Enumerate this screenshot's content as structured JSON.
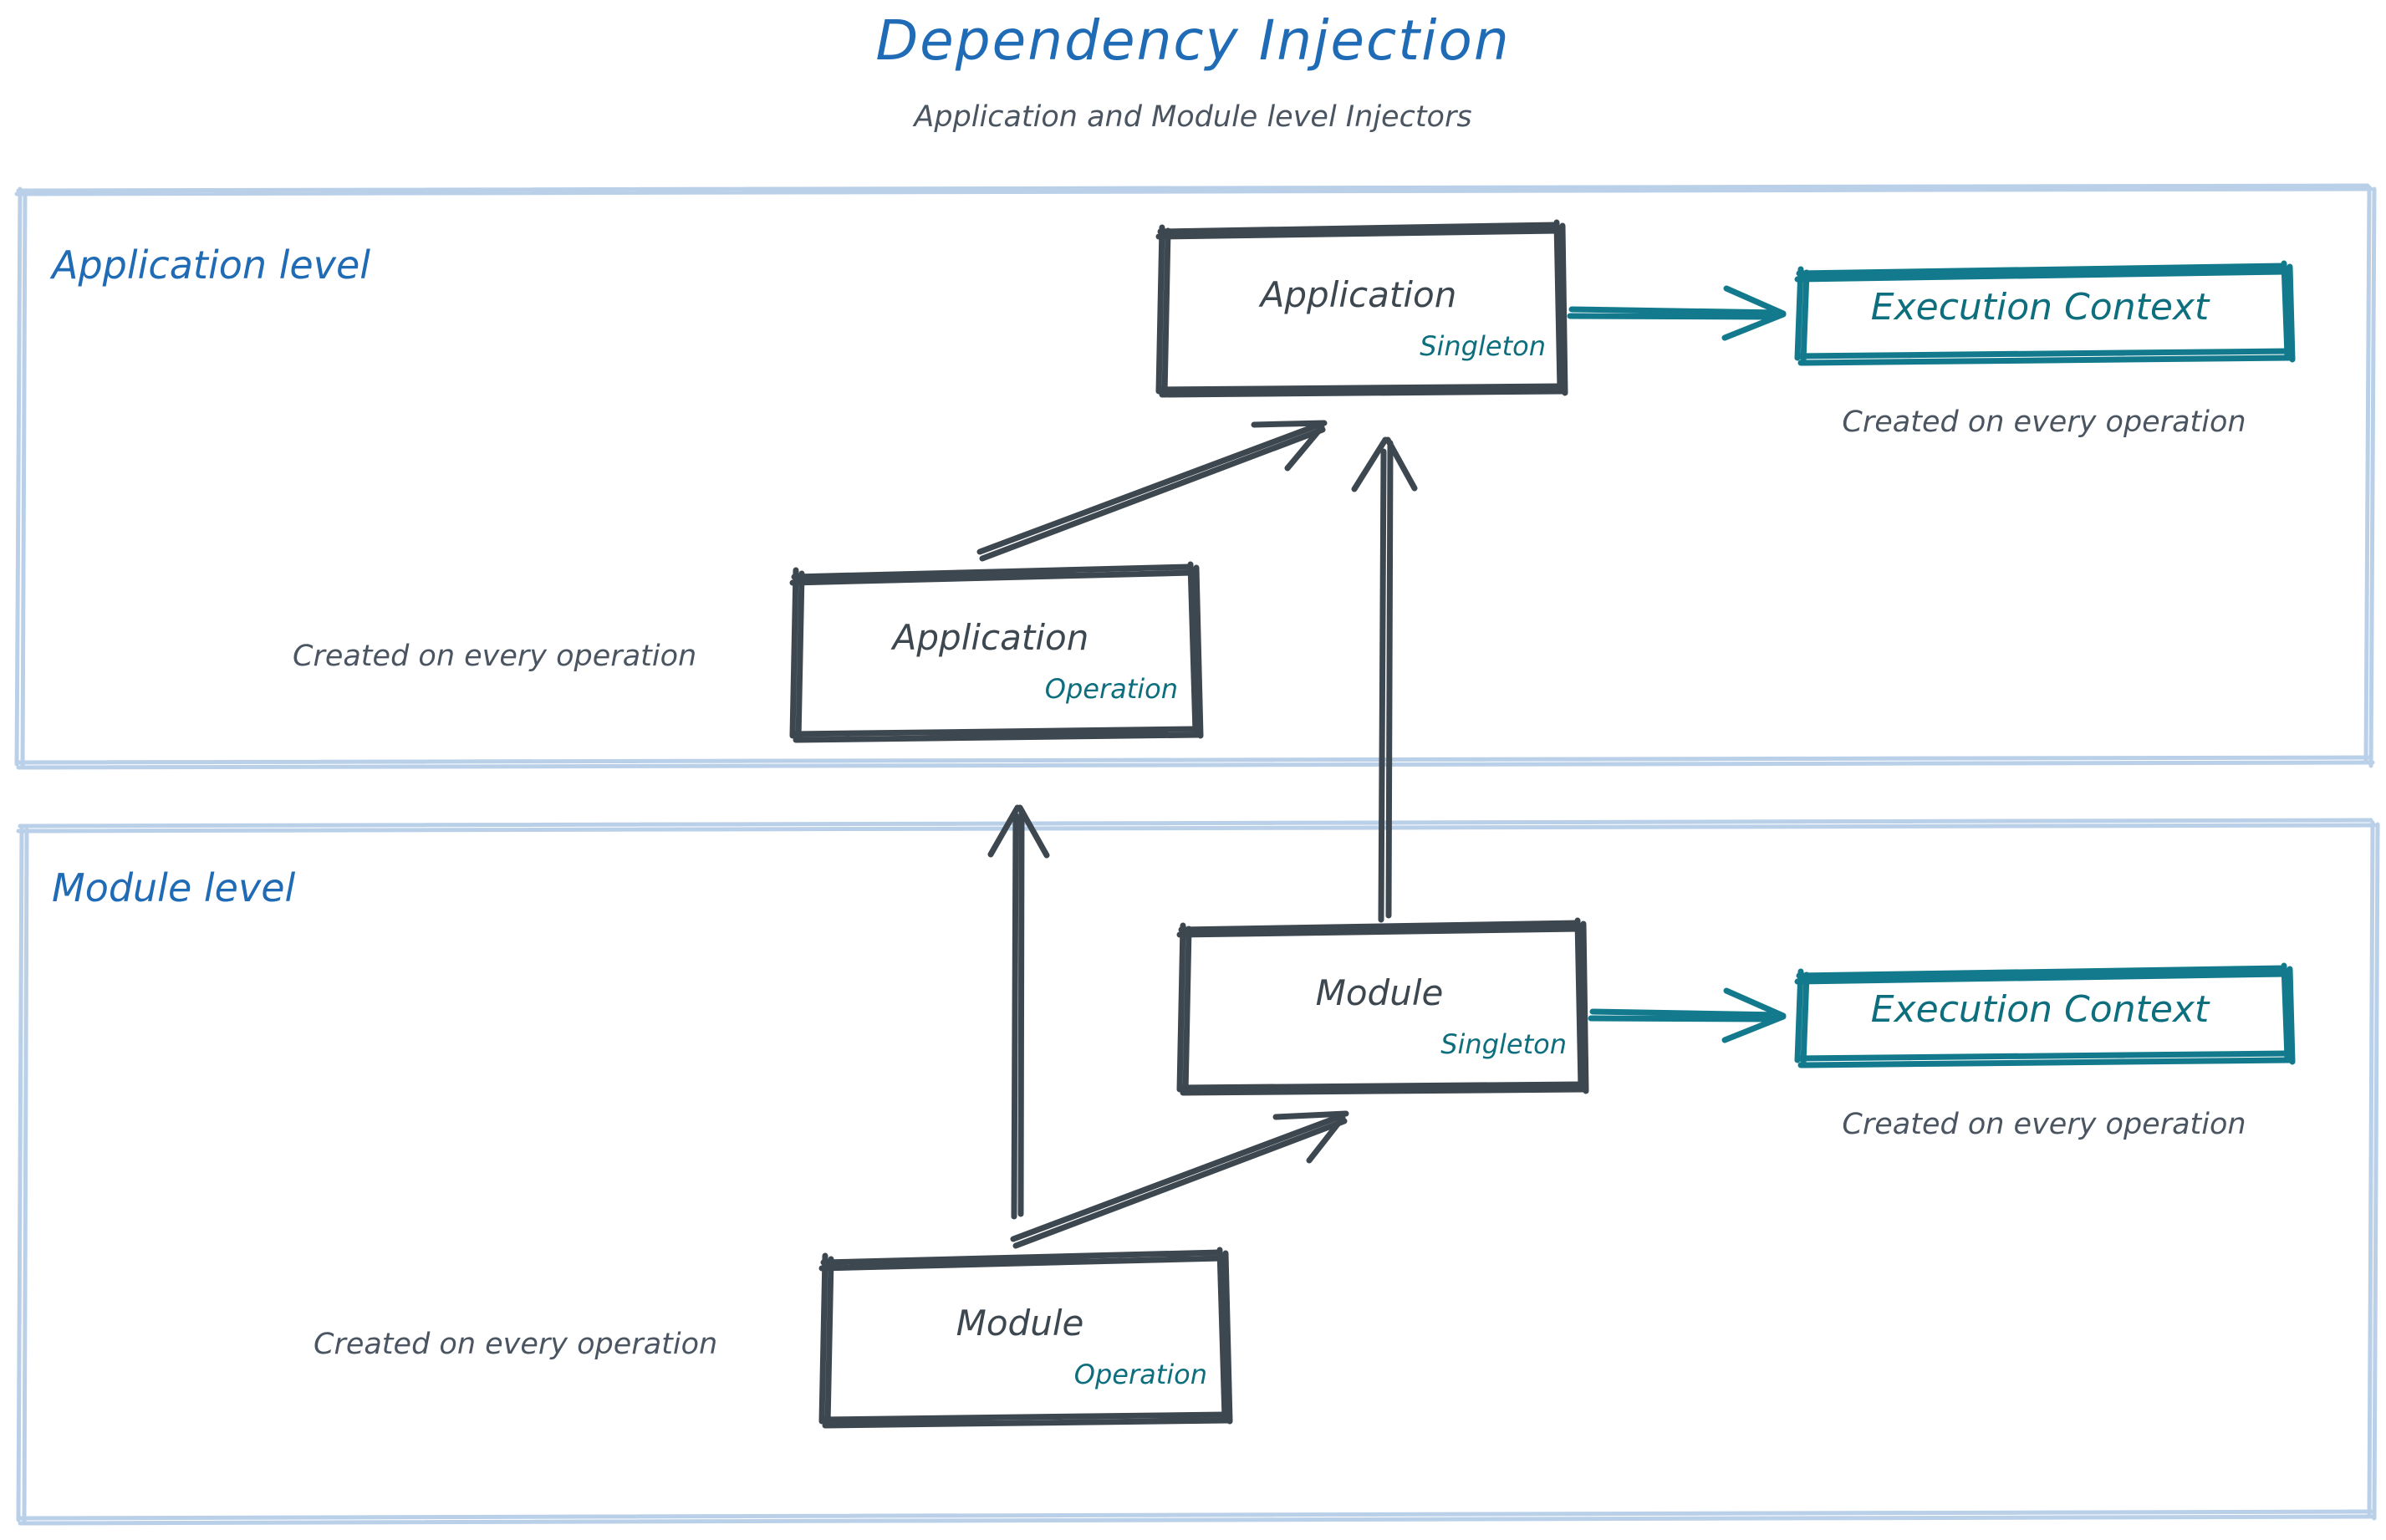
{
  "header": {
    "title": "Dependency Injection",
    "subtitle": "Application and Module level Injectors",
    "title_color": "#1f6bb5",
    "subtitle_color": "#4a5561"
  },
  "palette": {
    "title_blue": "#1f6bb5",
    "section_blue": "#1f6bb5",
    "container_border": "#b9d0e8",
    "node_stroke": "#3d4750",
    "scope_teal": "#0d6e7d",
    "exec_teal": "#127a8c",
    "caption_gray": "#4a5561",
    "background": "#ffffff"
  },
  "sections": [
    {
      "id": "application-level",
      "label": "Application level",
      "nodes": [
        {
          "id": "app-singleton",
          "title": "Application",
          "scope": "Singleton"
        },
        {
          "id": "app-operation",
          "title": "Application",
          "scope": "Operation",
          "caption": "Created on every operation"
        }
      ],
      "execution_context": {
        "label": "Execution Context",
        "caption": "Created on every operation"
      }
    },
    {
      "id": "module-level",
      "label": "Module level",
      "nodes": [
        {
          "id": "mod-singleton",
          "title": "Module",
          "scope": "Singleton"
        },
        {
          "id": "mod-operation",
          "title": "Module",
          "scope": "Operation",
          "caption": "Created on every operation"
        }
      ],
      "execution_context": {
        "label": "Execution Context",
        "caption": "Created on every operation"
      }
    }
  ],
  "connections": [
    {
      "id": "app-op-to-app-singleton",
      "from": "app-operation",
      "to": "app-singleton",
      "style": "dark-diagonal-arrow"
    },
    {
      "id": "mod-singleton-to-app-singleton",
      "from": "mod-singleton",
      "to": "app-singleton",
      "style": "dark-vertical-arrow"
    },
    {
      "id": "mod-op-to-app-op",
      "from": "mod-operation",
      "to": "app-operation",
      "style": "dark-vertical-arrow"
    },
    {
      "id": "mod-op-to-mod-singleton",
      "from": "mod-operation",
      "to": "mod-singleton",
      "style": "dark-diagonal-arrow"
    },
    {
      "id": "app-singleton-to-exec",
      "from": "app-singleton",
      "to": "application-level-execution-context",
      "style": "teal-arrow"
    },
    {
      "id": "mod-singleton-to-exec",
      "from": "mod-singleton",
      "to": "module-level-execution-context",
      "style": "teal-arrow"
    }
  ]
}
